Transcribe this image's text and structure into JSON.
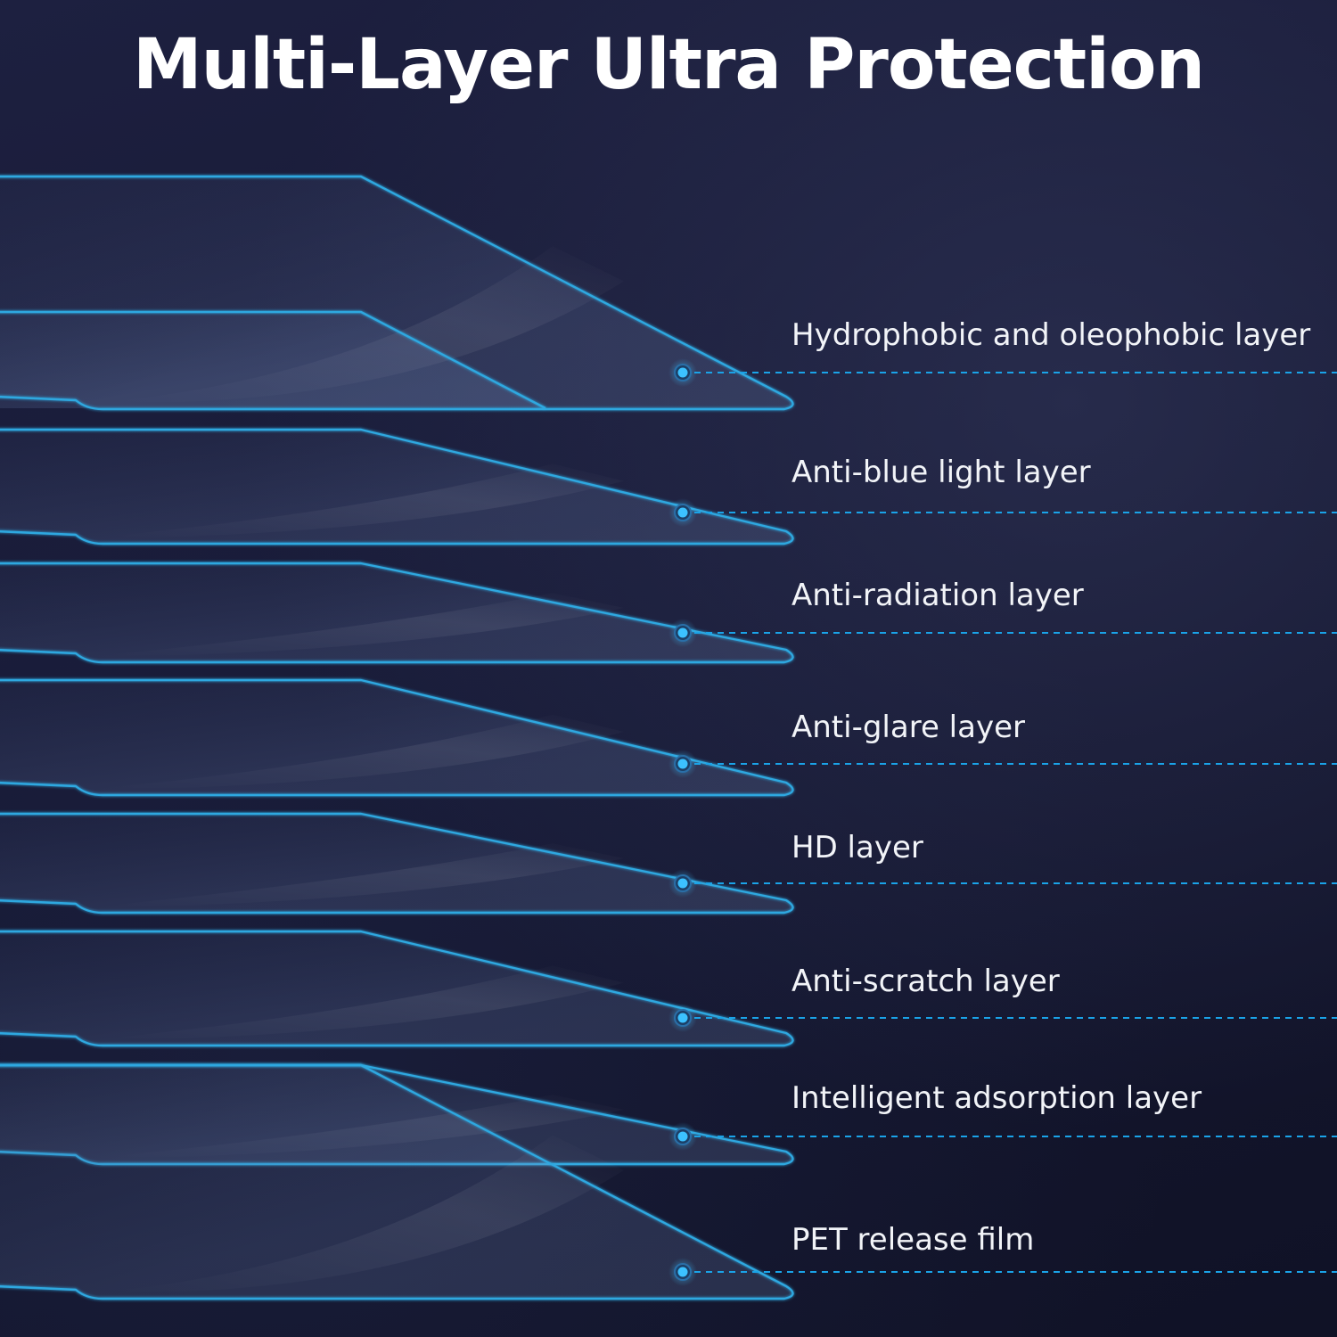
{
  "title": "Multi-Layer Ultra Protection",
  "colors": {
    "accent": "#1aa3e8",
    "outline": "#2fa8e0",
    "text": "#f2f4f8",
    "background": "#161833"
  },
  "layers": [
    {
      "label": "Hydrophobic and oleophobic layer"
    },
    {
      "label": "Anti-blue light layer"
    },
    {
      "label": "Anti-radiation layer"
    },
    {
      "label": "Anti-glare layer"
    },
    {
      "label": "HD layer"
    },
    {
      "label": "Anti-scratch layer"
    },
    {
      "label": "Intelligent adsorption layer"
    },
    {
      "label": "PET release film"
    }
  ]
}
